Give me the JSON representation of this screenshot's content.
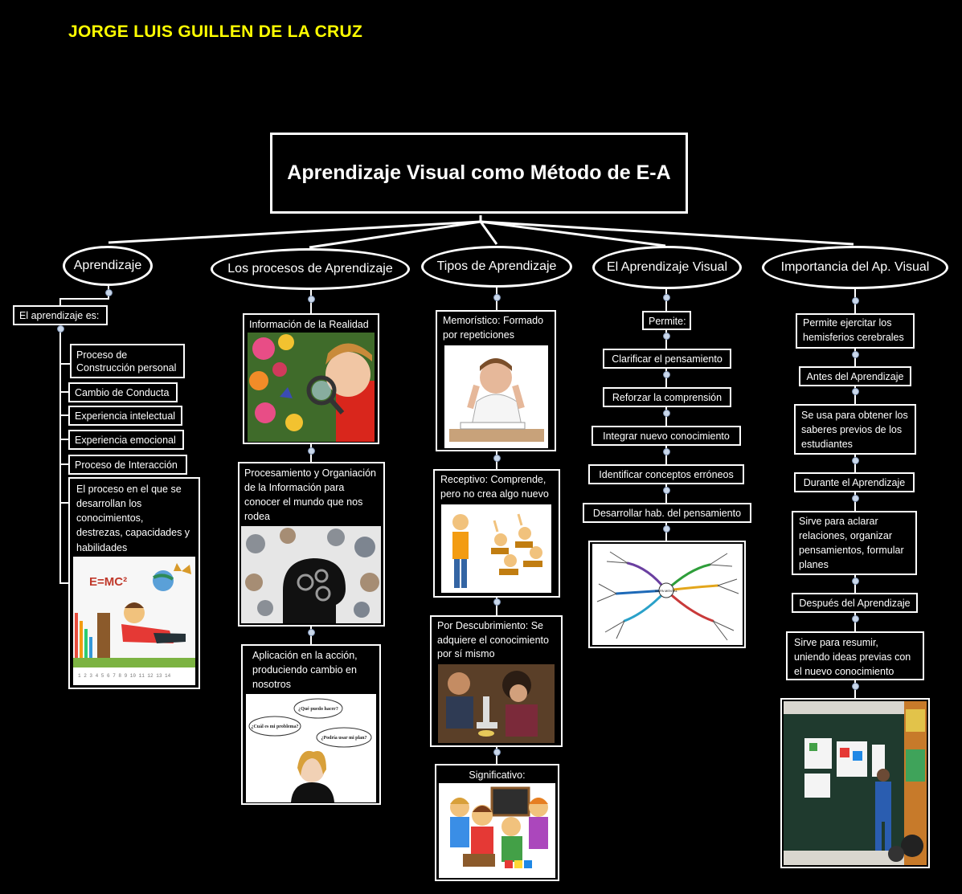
{
  "author": "JORGE LUIS GUILLEN DE LA CRUZ",
  "title": "Aprendizaje Visual como Método de E-A",
  "branches": {
    "aprendizaje": {
      "label": "Aprendizaje",
      "intro": "El aprendizaje es:",
      "items": [
        "Proceso de Construcción personal",
        "Cambio de Conducta",
        "Experiencia intelectual",
        "Experiencia emocional",
        "Proceso de Interacción",
        "El proceso en el que se desarrollan los conocimientos, destrezas, capacidades y habilidades"
      ],
      "formula": "E=MC²"
    },
    "procesos": {
      "label": "Los procesos de Aprendizaje",
      "items": [
        "Información de la Realidad",
        "Procesamiento y Organiación de la Información para conocer el mundo que nos rodea",
        "Aplicación en la acción, produciendo cambio en nosotros"
      ],
      "bubbles": [
        "¿Qué puedo hacer?",
        "¿Cuál es mi problema?",
        "¿Podría usar mi plan?"
      ]
    },
    "tipos": {
      "label": "Tipos de Aprendizaje",
      "items": [
        "Memorístico: Formado por repeticiones",
        "Receptivo: Comprende, pero no crea algo nuevo",
        "Por Descubrimiento: Se adquiere el conocimiento por sí mismo",
        "Significativo:"
      ]
    },
    "visual": {
      "label": "El Aprendizaje Visual",
      "intro": "Permite:",
      "items": [
        "Clarificar el pensamiento",
        "Reforzar la comprensión",
        "Integrar nuevo conocimiento",
        "Identificar conceptos erróneos",
        "Desarrollar hab. del pensamiento"
      ],
      "mindmap_center": "MAPA MENTAL"
    },
    "importancia": {
      "label": "Importancia del Ap. Visual",
      "items": [
        "Permite ejercitar los hemisferios cerebrales",
        "Antes del Aprendizaje",
        "Se usa para obtener los saberes previos de los estudiantes",
        "Durante el Aprendizaje",
        "Sirve para aclarar relaciones, organizar pensamientos, formular planes",
        "Después del Aprendizaje",
        "Sirve para resumir, uniendo ideas previas con el nuevo conocimiento"
      ]
    }
  },
  "colors": {
    "background": "#000000",
    "author": "#ffff00",
    "lines": "#ffffff",
    "knob": "#c9d7ea"
  }
}
